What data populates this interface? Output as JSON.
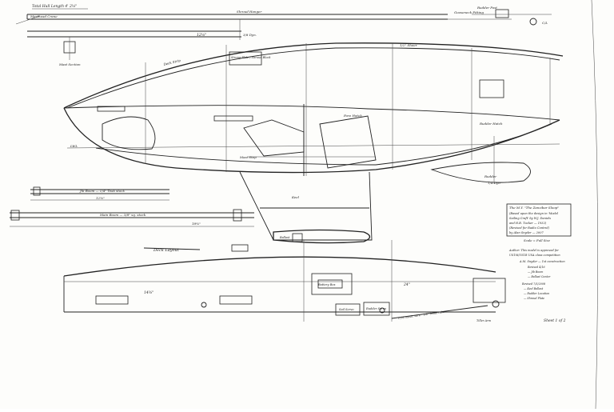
{
  "sheet": {
    "background": "#fdfdfb",
    "ink": "#222222"
  },
  "labels": {
    "hull_length_note": "Total Hull Length 4' 2⅛\"",
    "masthead_crane": "Masthead Crane",
    "shroud_hanger": "Shroud Hanger",
    "mast_section": "Mast Section",
    "gooseneck_fitting": "Gooseneck Fitting",
    "center_line": "C/L",
    "rudder_post": "Rudder Post",
    "mast_top_length": "12⅛\"",
    "main_boom_top": "3/8 Dyn.",
    "sheer_label": "1/2\" Sheer",
    "deck_strip": "Deck Strip",
    "shroud_plate": "Strong Plate / Shroud Block",
    "mast_step": "Mast Step",
    "fore_deck": "Fore Hatch",
    "after_hatch": "Rudder Hatch",
    "keel_area": "Keel",
    "rudder": "Rudder",
    "rudder_size": "1/4 Dyn",
    "lwl": "LWL",
    "ballast": "Ballast",
    "jib_boom": "Jib Boom — 1/4\" Teak stock",
    "jib_length": "12⅜\"",
    "main_boom": "Main Boom — 3/8\" sq. stock",
    "main_length": "18¼\"",
    "title_line1": "The M.Y. \"The Zanzibar Sloop\"",
    "title_line2": "(Based upon the design in 'Model",
    "title_line3": "Sailing Craft' by W.J. Daniels",
    "title_line4": "and H.B. Tucker — 1932)",
    "title_line5": "(Revised for Radio Control)",
    "title_line6": "by Alan Snyder — 2007",
    "scale": "Scale = Full Size",
    "approval1": "Author: This model is approved for",
    "approval2": "US1M/US1R USA class competition",
    "signature_note": "A.M. Snyder — 1st construction",
    "rev1": "Revised 4/16",
    "rev2": "— Jib Boom",
    "rev3": "— Ballast Center",
    "rev4": "Revised 7/5/2008",
    "rev5": "— Keel Ballast",
    "rev6": "— Rudder Location",
    "rev7": "— Shroud Plate",
    "deck_layout": "Deck Layout",
    "sail_servo": "Sail Servo",
    "rudder_servo": "Rudder Servo",
    "battery_box": "Battery Box",
    "pushrod_note": "1/16 music wire · 1/8\" brass tube",
    "tiller": "Tiller Arm",
    "sheet_label": "Sheet 1 of 2",
    "deck_length": "14⅜\"",
    "deck_length2": "24\""
  }
}
